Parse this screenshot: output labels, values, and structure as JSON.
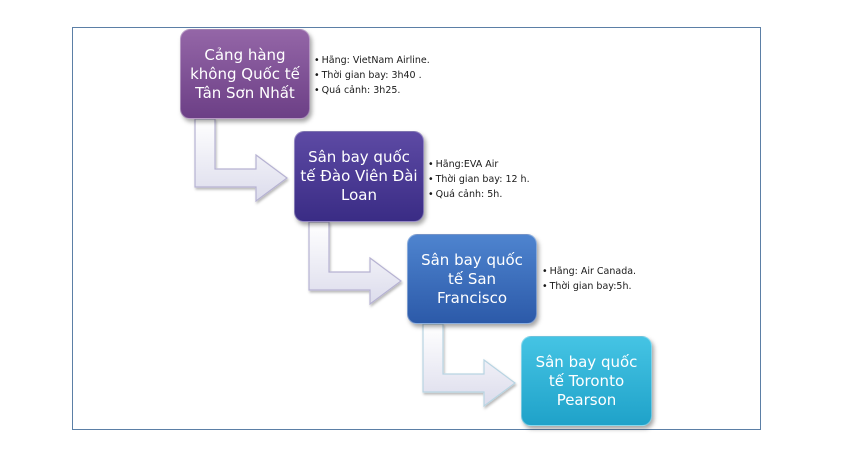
{
  "steps": [
    {
      "label": "Cảng hàng\nkhông Quốc tế\nTân Sơn Nhất",
      "color": "#7f529a",
      "notes": [
        "Hãng: VietNam Airline.",
        "Thời gian bay: 3h40 .",
        "Quá cảnh: 3h25."
      ]
    },
    {
      "label": "Sân bay quốc\ntế Đào Viên Đài\nLoan",
      "color": "#4a3a96",
      "notes": [
        "Hãng:EVA Air",
        "Thời gian bay: 12 h.",
        "Quá cảnh: 5h."
      ]
    },
    {
      "label": "Sân bay quốc\ntế San\nFrancisco",
      "color": "#3b6fc0",
      "notes": [
        "Hãng: Air Canada.",
        "Thời gian bay:5h."
      ]
    },
    {
      "label": "Sân bay quốc\ntế Toronto\nPearson",
      "color": "#2fb3d8",
      "notes": []
    }
  ]
}
